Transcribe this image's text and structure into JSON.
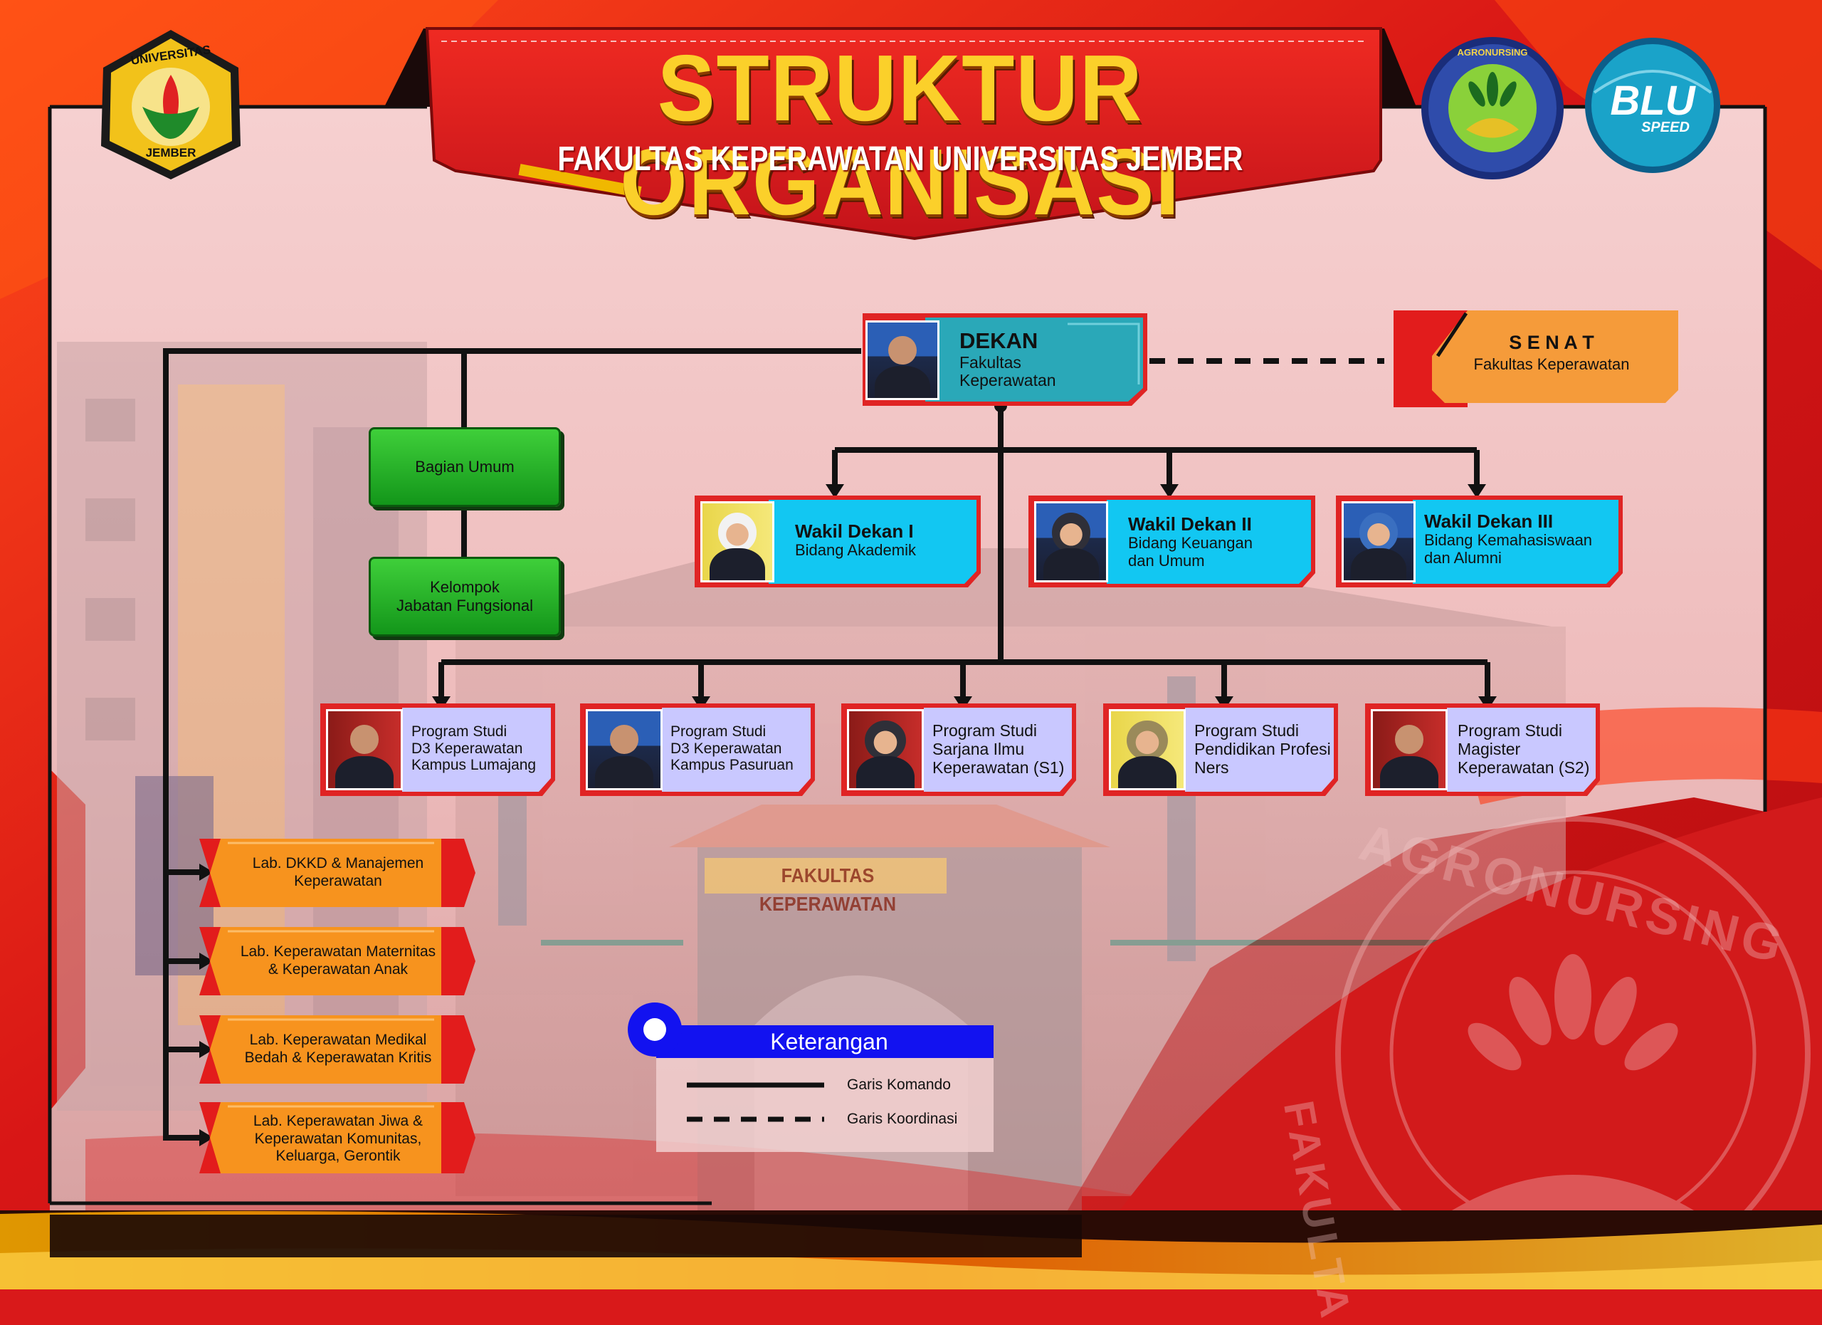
{
  "header": {
    "title": "STRUKTUR ORGANISASI",
    "subtitle": "FAKULTAS KEPERAWATAN  UNIVERSITAS JEMBER"
  },
  "logos": {
    "university": {
      "top": "UNIVERSITAS",
      "bottom": "JEMBER"
    },
    "agronursing": {
      "top": "AGRONURSING"
    },
    "blu": {
      "main": "BLU",
      "sub": "SPEED"
    }
  },
  "dekan": {
    "title": "DEKAN",
    "line1": "Fakultas",
    "line2": "Keperawatan"
  },
  "senat": {
    "title": "S E N A T",
    "line1": "Fakultas Keperawatan"
  },
  "wakil": [
    {
      "title": "Wakil Dekan I",
      "line1": "Bidang Akademik",
      "line2": ""
    },
    {
      "title": "Wakil Dekan II",
      "line1": "Bidang Keuangan",
      "line2": "dan Umum"
    },
    {
      "title": "Wakil Dekan III",
      "line1": "Bidang Kemahasiswaan",
      "line2": "dan Alumni"
    }
  ],
  "units": [
    {
      "line1": "Bagian Umum",
      "line2": ""
    },
    {
      "line1": "Kelompok",
      "line2": "Jabatan Fungsional"
    }
  ],
  "prodi": [
    {
      "line1": "Program Studi",
      "line2": "D3 Keperawatan",
      "line3": "Kampus Lumajang"
    },
    {
      "line1": "Program Studi",
      "line2": "D3 Keperawatan",
      "line3": "Kampus Pasuruan"
    },
    {
      "line1": "Program Studi",
      "line2": "Sarjana Ilmu",
      "line3": "Keperawatan (S1)"
    },
    {
      "line1": "Program Studi",
      "line2": "Pendidikan Profesi",
      "line3": "Ners"
    },
    {
      "line1": "Program Studi",
      "line2": "Magister",
      "line3": "Keperawatan (S2)"
    }
  ],
  "labs": [
    {
      "line1": "Lab. DKKD & Manajemen",
      "line2": "Keperawatan",
      "line3": ""
    },
    {
      "line1": "Lab. Keperawatan Maternitas",
      "line2": "& Keperawatan Anak",
      "line3": ""
    },
    {
      "line1": "Lab. Keperawatan Medikal",
      "line2": "Bedah & Keperawatan Kritis",
      "line3": ""
    },
    {
      "line1": "Lab. Keperawatan Jiwa &",
      "line2": "Keperawatan Komunitas,",
      "line3": "Keluarga, Gerontik"
    }
  ],
  "legend": {
    "title": "Keterangan",
    "solid": "Garis Komando",
    "dashed": "Garis Koordinasi"
  },
  "building_sign": "FAKULTAS KEPERAWATAN",
  "watermark": {
    "top": "AGRONURSING",
    "side": "FAKULTA"
  },
  "colors": {
    "frame_red": "#d9191a",
    "panel_pink": "#f3c9c8",
    "title_gold": "#fbd02a",
    "dekan_teal": "#2aa8b8",
    "wakil_cyan": "#12c7f2",
    "prodi_lavender": "#c9c8ff",
    "lab_orange": "#f7931e",
    "senat_orange": "#f59b3a",
    "green_box": "#2bbf2b",
    "legend_blue": "#1212f0"
  }
}
